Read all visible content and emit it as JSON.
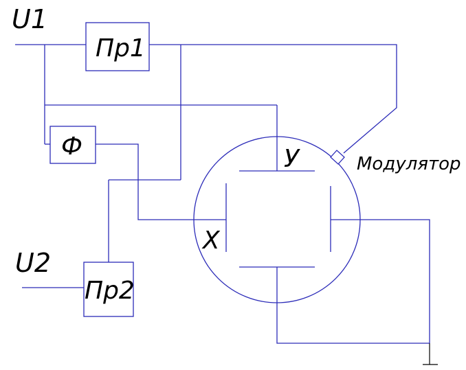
{
  "inputs": {
    "u1": "U1",
    "u2": "U2"
  },
  "blocks": {
    "amp1": "Пр1",
    "amp2": "Пр2",
    "phase": "Ф"
  },
  "tube": {
    "plate_y": "У",
    "plate_x": "X",
    "modulator": "Модулятор"
  },
  "colors": {
    "wire": "#2b2bb8",
    "text": "#000000",
    "background": "#ffffff"
  }
}
